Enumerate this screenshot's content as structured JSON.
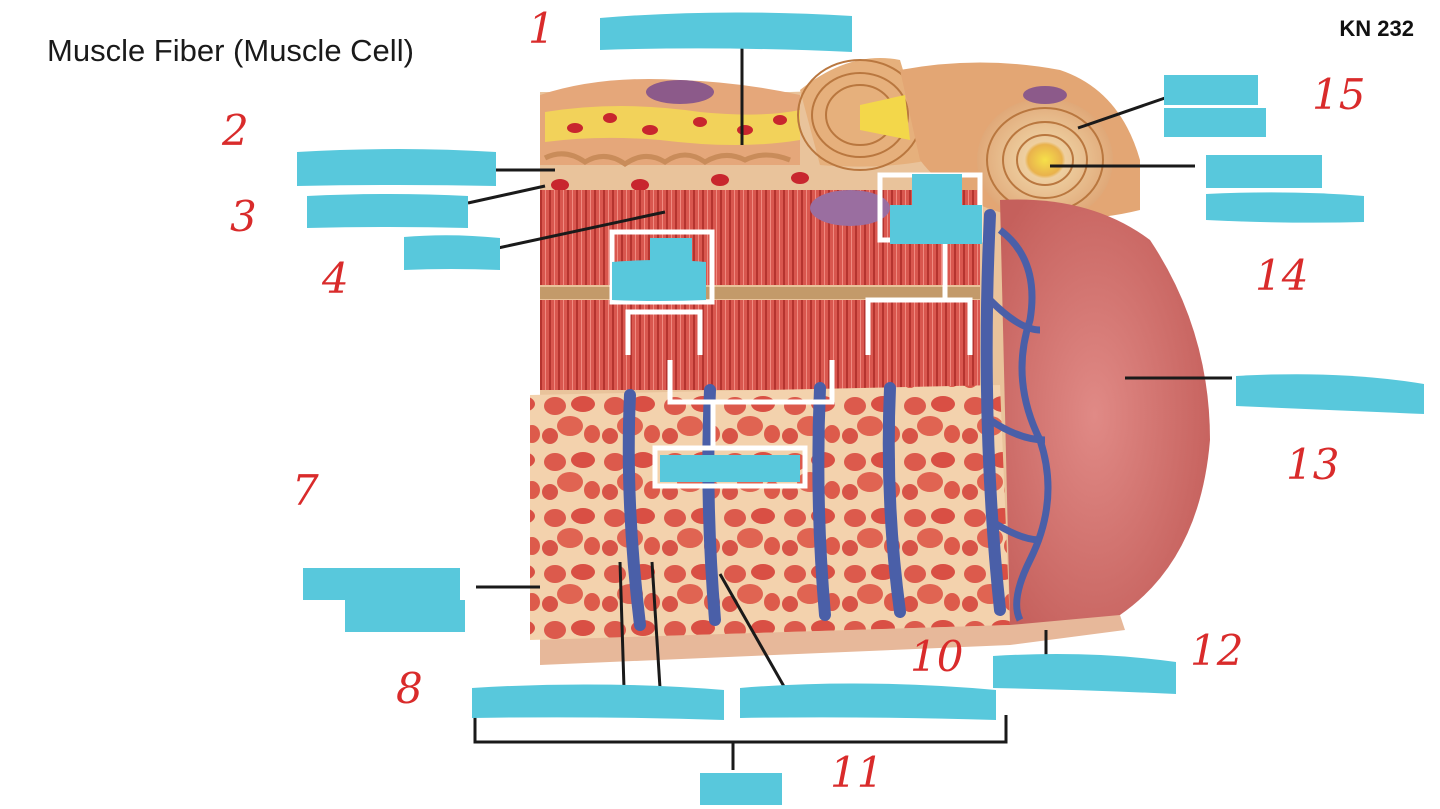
{
  "header": {
    "title": "Muscle Fiber (Muscle Cell)",
    "course_code": "KN 232"
  },
  "handwritten_numbers": [
    "1",
    "2",
    "3",
    "4",
    "7",
    "8",
    "10",
    "11",
    "12",
    "13",
    "14",
    "15"
  ],
  "colors": {
    "label_mask": "#58c8dc",
    "handwriting": "#d92b2b",
    "leader_line": "#1a1a1a",
    "myofibril": "#d9534f",
    "sarcolemma": "#e07b78",
    "t_tubule": "#4a5fa8",
    "sarcoplasmic_reticulum": "#f0c9a0"
  }
}
